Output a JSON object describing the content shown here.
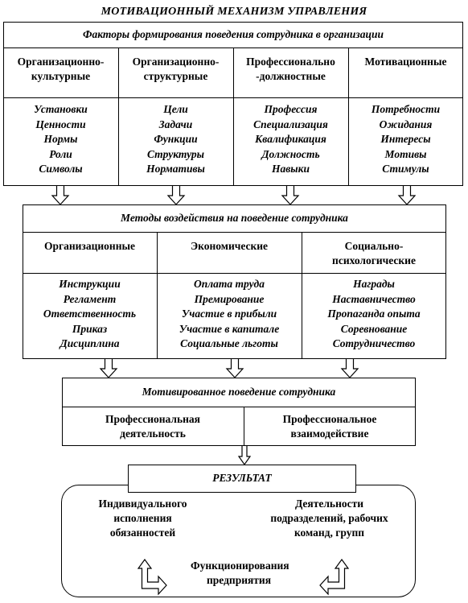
{
  "title": "МОТИВАЦИОННЫЙ МЕХАНИЗМ УПРАВЛЕНИЯ",
  "factors": {
    "header": "Факторы формирования поведения сотрудника в организации",
    "columns": [
      {
        "label": "Организационно-культурные",
        "items": [
          "Установки",
          "Ценности",
          "Нормы",
          "Роли",
          "Символы"
        ]
      },
      {
        "label": "Организационно-структурные",
        "items": [
          "Цели",
          "Задачи",
          "Функции",
          "Структуры",
          "Нормативы"
        ]
      },
      {
        "label": "Профессионально -должностные",
        "items": [
          "Профессия",
          "Специализация",
          "Квалификация",
          "Должность",
          "Навыки"
        ]
      },
      {
        "label": "Мотивационные",
        "items": [
          "Потребности",
          "Ожидания",
          "Интересы",
          "Мотивы",
          "Стимулы"
        ]
      }
    ]
  },
  "methods": {
    "header": "Методы воздействия на поведение сотрудника",
    "columns": [
      {
        "label": "Организационные",
        "items": [
          "Инструкции",
          "Регламент",
          "Ответственность",
          "Приказ",
          "Дисциплина"
        ]
      },
      {
        "label": "Экономические",
        "items": [
          "Оплата труда",
          "Премирование",
          "Участие в прибыли",
          "Участие в капитале",
          "Социальные льготы"
        ]
      },
      {
        "label": "Социально-психологические",
        "items": [
          "Награды",
          "Наставничество",
          "Пропаганда опыта",
          "Соревнование",
          "Сотрудничество"
        ]
      }
    ]
  },
  "behavior": {
    "header": "Мотивированное поведение сотрудника",
    "columns": [
      "Профессиональная деятельность",
      "Профессиональное взаимодействие"
    ]
  },
  "result": {
    "header": "РЕЗУЛЬТАТ",
    "left": "Индивидуального исполнения обязанностей",
    "right": "Деятельности подразделений, рабочих команд, групп",
    "bottom": "Функционирования предприятия"
  }
}
